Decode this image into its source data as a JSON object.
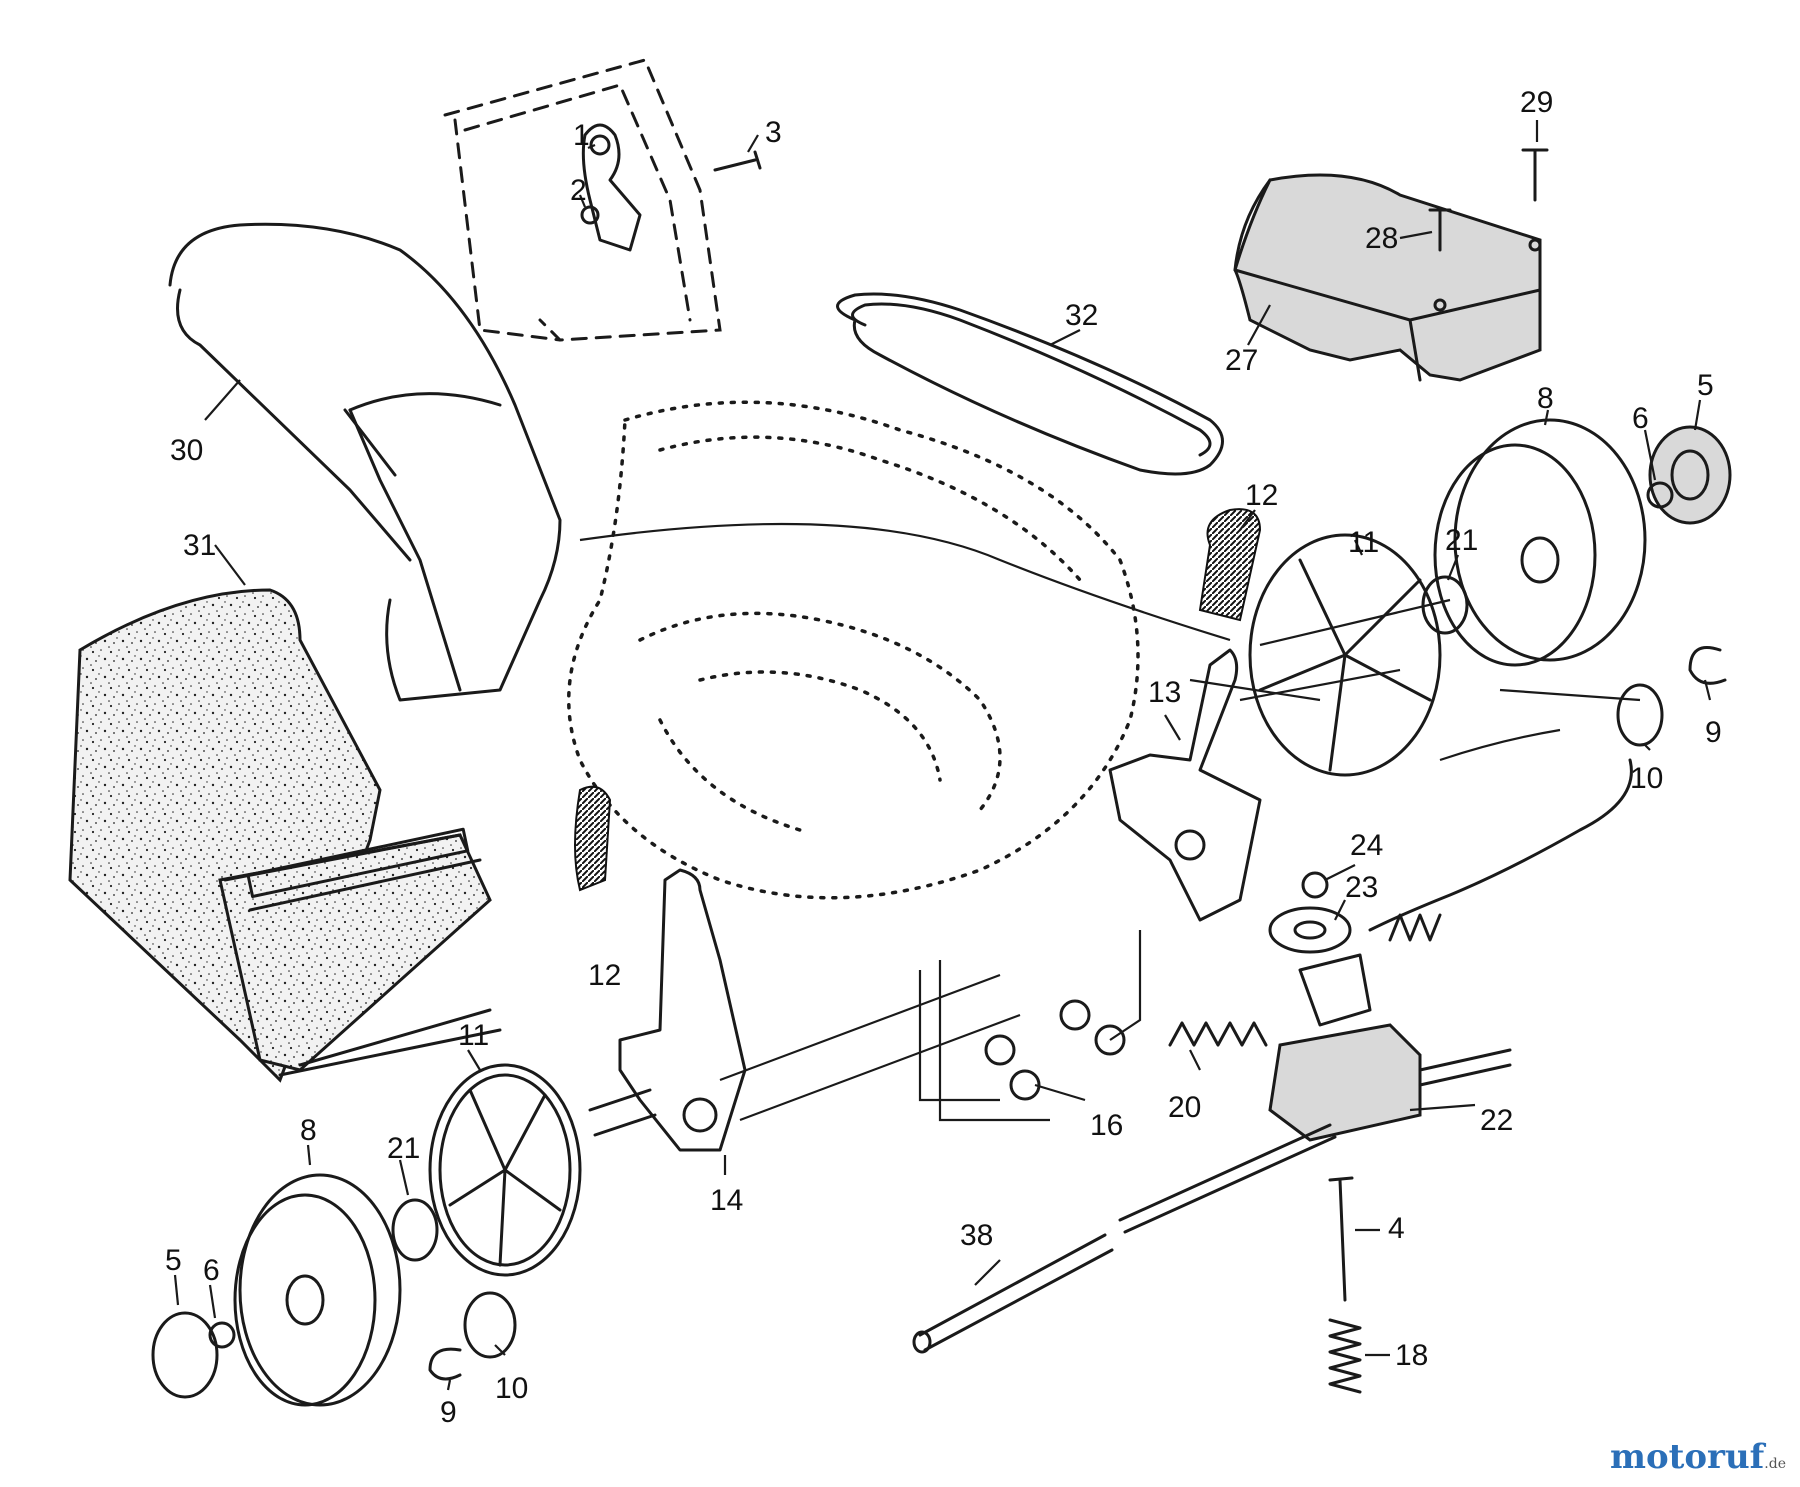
{
  "diagram": {
    "callouts": [
      "1",
      "2",
      "3",
      "29",
      "28",
      "27",
      "32",
      "30",
      "31",
      "5",
      "6",
      "8",
      "12",
      "11",
      "21",
      "13",
      "9",
      "10",
      "24",
      "23",
      "20",
      "22",
      "16",
      "14",
      "4",
      "38",
      "18"
    ]
  },
  "brand": {
    "name": "motoruf",
    "tld": ".de",
    "color": "#2b6fb8"
  }
}
